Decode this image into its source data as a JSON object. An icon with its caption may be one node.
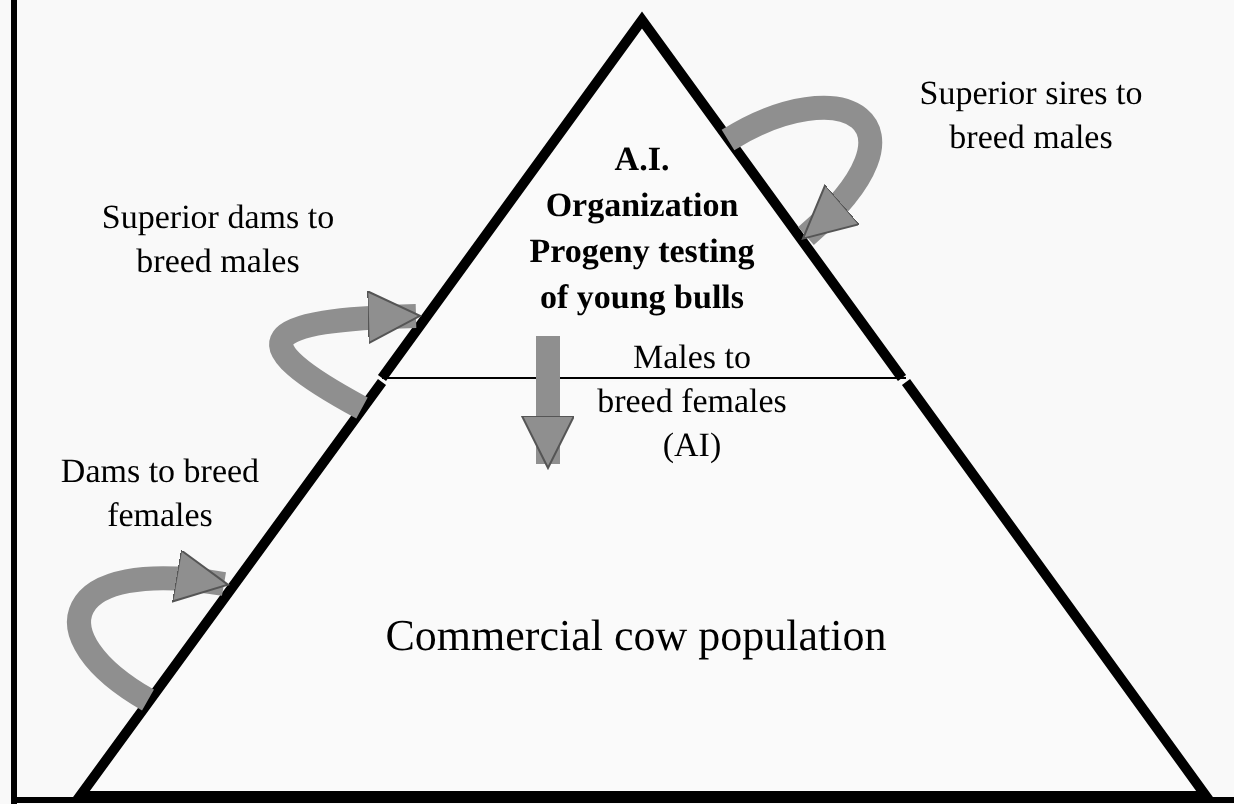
{
  "diagram": {
    "nodes": [
      {
        "text": [
          "A.I. Organization Progeny testing of young bulls"
        ]
      },
      {
        "text": [
          "Commercial cow population"
        ]
      }
    ],
    "edges": [
      {
        "from": 0,
        "to": 0,
        "arrow": "to",
        "label": "Superior sires to breed males"
      },
      {
        "from": 1,
        "to": 0,
        "arrow": "to",
        "label": "Superior dams to breed males"
      },
      {
        "from": 0,
        "to": 1,
        "arrow": "to",
        "label": "Males to breed females (AI)"
      },
      {
        "from": 1,
        "to": 1,
        "arrow": "to",
        "label": "Dams to breed females"
      }
    ]
  }
}
